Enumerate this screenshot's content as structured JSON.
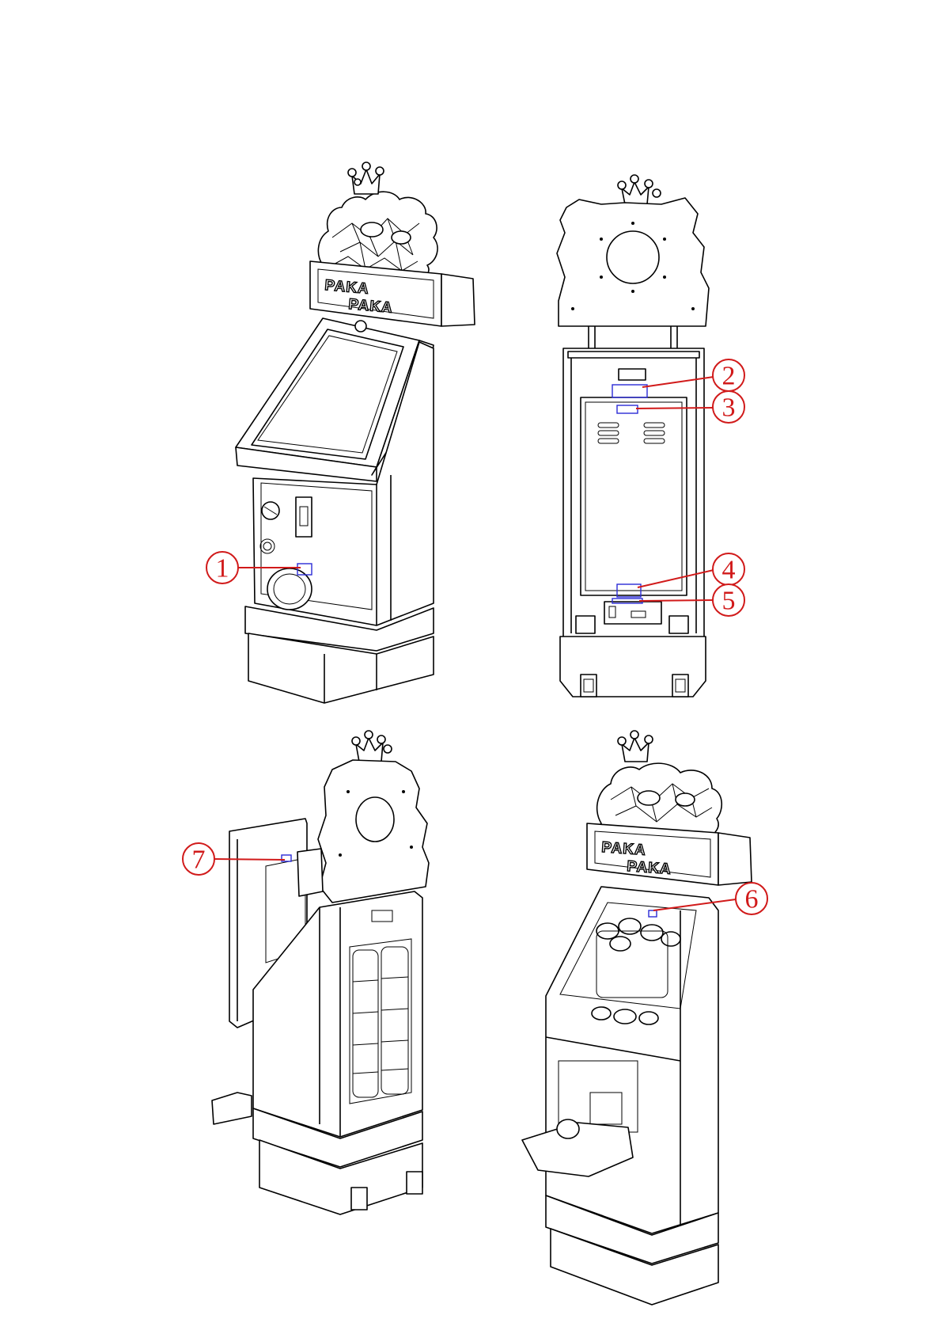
{
  "colors": {
    "callout": "#d11a1a",
    "label_area": "#2b2bd6",
    "line": "#000000",
    "background": "#ffffff"
  },
  "views": [
    {
      "id": "front-view",
      "callouts": [
        "1"
      ]
    },
    {
      "id": "rear-view",
      "callouts": [
        "2",
        "3",
        "4",
        "5"
      ]
    },
    {
      "id": "rear-open-view",
      "callouts": [
        "7"
      ]
    },
    {
      "id": "front-open-view",
      "callouts": [
        "6"
      ]
    }
  ],
  "callouts": {
    "c1": "1",
    "c2": "2",
    "c3": "3",
    "c4": "4",
    "c5": "5",
    "c6": "6",
    "c7": "7"
  },
  "marquee": {
    "logo_word": "PAKA",
    "logo_word_2": "PAKA"
  },
  "icons": [
    "crown-icon",
    "wheel-icon",
    "coin-door-icon",
    "speaker-grille-icon"
  ]
}
